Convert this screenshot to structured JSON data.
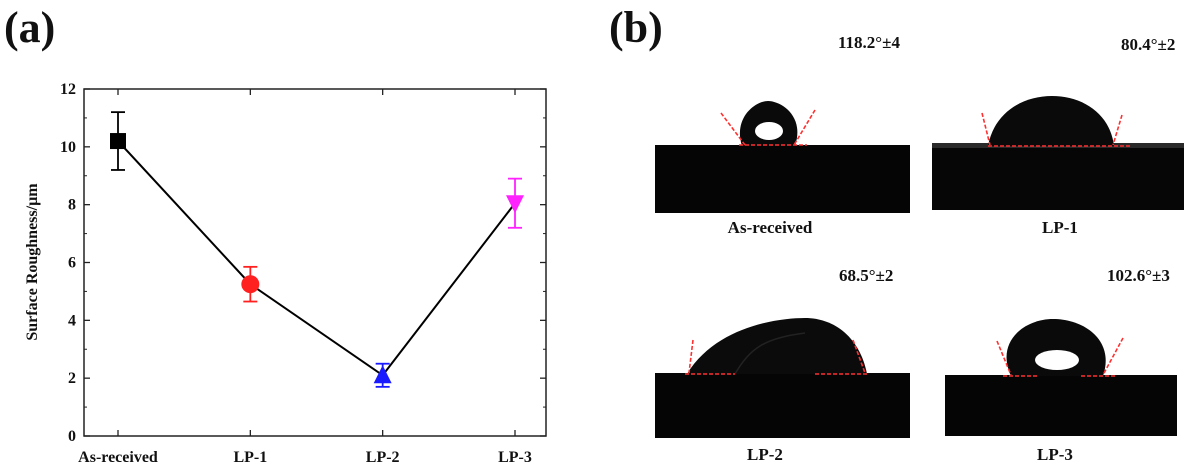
{
  "panel_labels": {
    "a": "(a)",
    "b": "(b)"
  },
  "colors": {
    "line": "#000000",
    "as_received": "#000000",
    "lp1": "#ff2020",
    "lp2": "#1a1aff",
    "lp3": "#ff22ff",
    "droplet": "#0a0a0a",
    "fit_line": "#ff3030"
  },
  "chart_data": {
    "type": "line",
    "title": "",
    "xlabel": "",
    "ylabel": "Surface  Roughness/µm",
    "categories": [
      "As-received",
      "LP-1",
      "LP-2",
      "LP-3"
    ],
    "values": [
      10.2,
      5.25,
      2.1,
      8.05
    ],
    "errors": [
      1.0,
      0.6,
      0.4,
      0.85
    ],
    "markers": [
      "square",
      "circle",
      "triangle-up",
      "triangle-down"
    ],
    "ylim": [
      0,
      12
    ],
    "yticks": [
      "0",
      "2",
      "4",
      "6",
      "8",
      "10",
      "12"
    ],
    "grid": false,
    "legend": "none"
  },
  "contact_angle_panel": {
    "images": [
      {
        "angle": "118.2°±4",
        "label": "As-received"
      },
      {
        "angle": "80.4°±2",
        "label": "LP-1"
      },
      {
        "angle": "68.5°±2",
        "label": "LP-2"
      },
      {
        "angle": "102.6°±3",
        "label": "LP-3"
      }
    ]
  }
}
